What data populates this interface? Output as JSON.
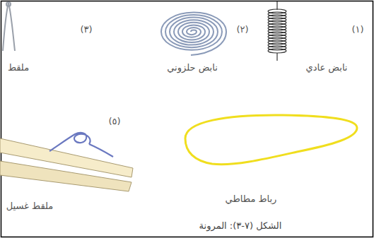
{
  "diagram": {
    "caption": "الشكل (٧-٣): المرونة",
    "labels": [
      "(٣)",
      "(٢)",
      "(١)",
      "ملقط",
      "نابض حلزوني",
      "نابض عادي",
      "(٥)",
      "ملقط غسيل",
      "رباط مطاطي"
    ]
  }
}
